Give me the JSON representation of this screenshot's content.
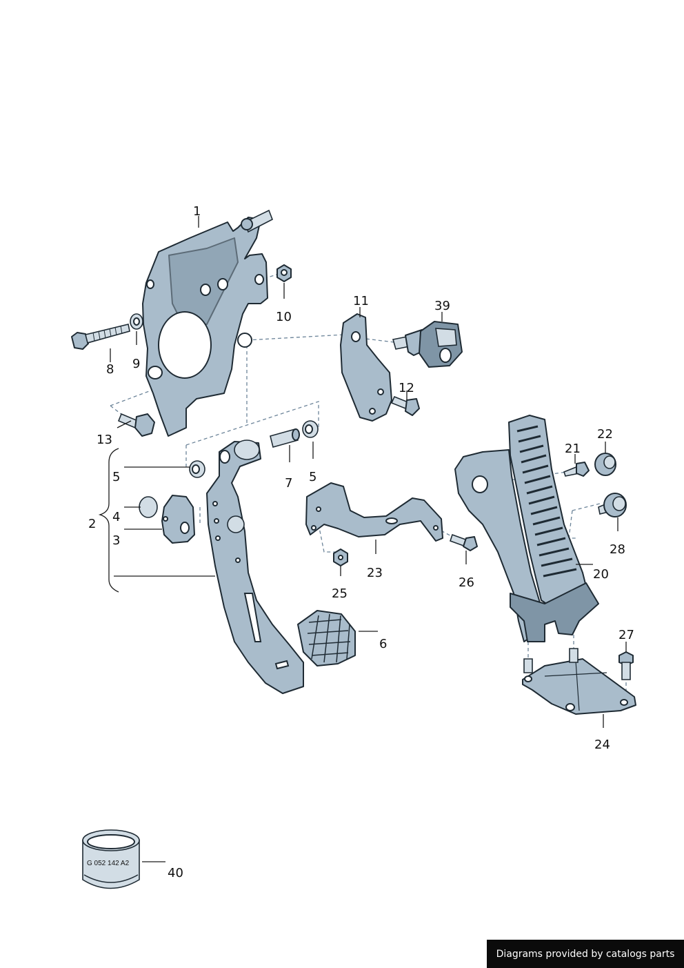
{
  "callouts": {
    "c1": "1",
    "c2": "2",
    "c3": "3",
    "c4": "4",
    "c5a": "5",
    "c5b": "5",
    "c6": "6",
    "c7": "7",
    "c8": "8",
    "c9": "9",
    "c10": "10",
    "c11": "11",
    "c12": "12",
    "c13": "13",
    "c20": "20",
    "c21": "21",
    "c22": "22",
    "c23": "23",
    "c24": "24",
    "c25": "25",
    "c26": "26",
    "c27": "27",
    "c28": "28",
    "c39": "39",
    "c40": "40"
  },
  "part_marking": "G 052 142 A2",
  "credit": "Diagrams provided by catalogs parts",
  "colors": {
    "part_fill": "#a9bccb",
    "outline": "#1e2a33",
    "credit_bg": "#0b0b0b"
  }
}
